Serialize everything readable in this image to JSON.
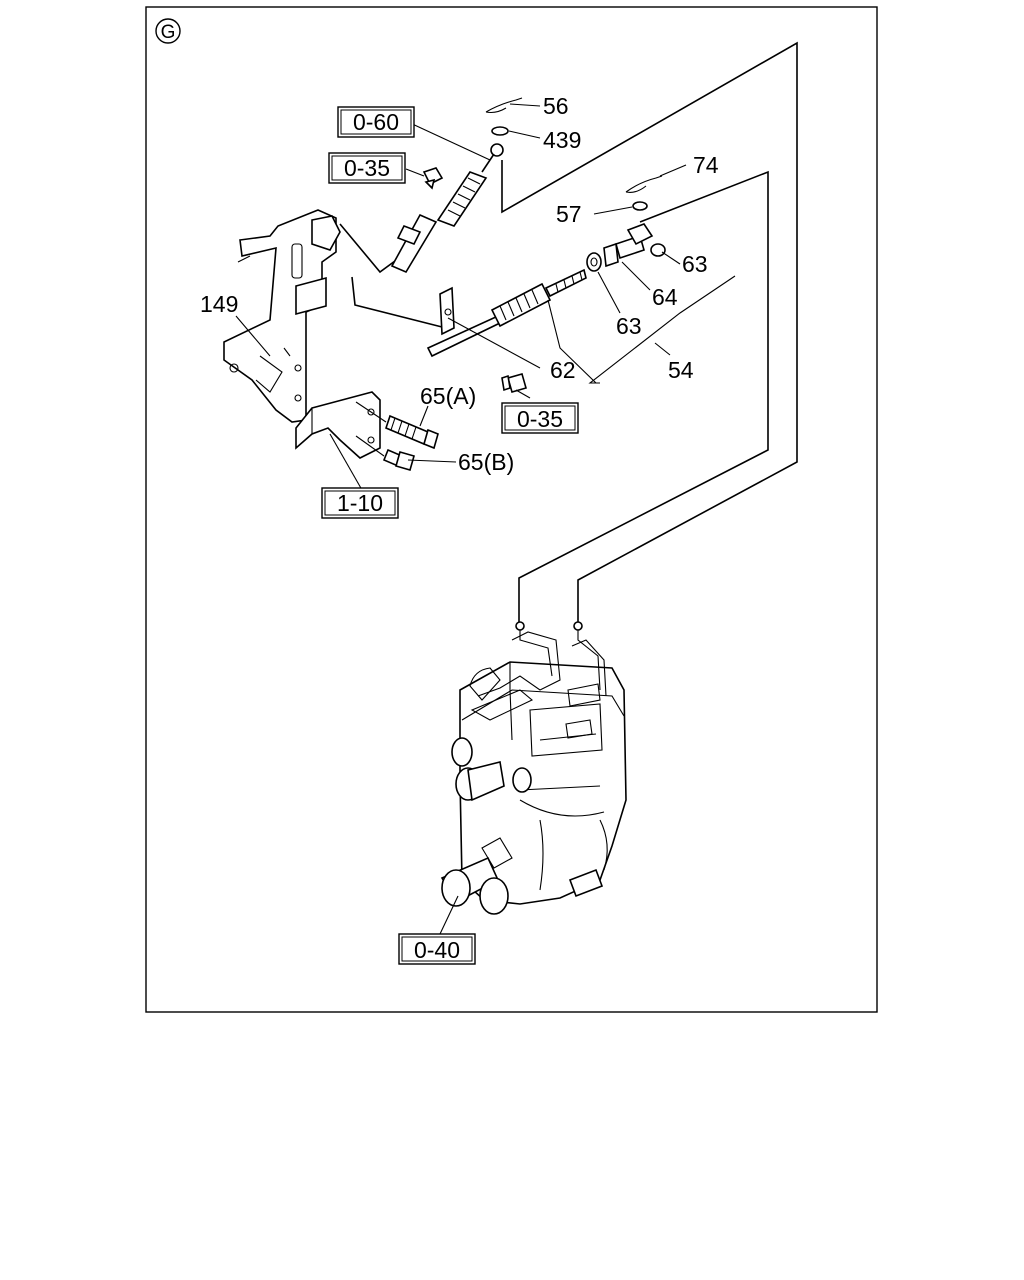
{
  "view_marker": "G",
  "part_labels": {
    "p56": "56",
    "p439": "439",
    "p74": "74",
    "p57": "57",
    "p63_right": "63",
    "p64": "64",
    "p63_mid": "63",
    "p149": "149",
    "p62": "62",
    "p54": "54",
    "p65a": "65(A)",
    "p65b": "65(B)"
  },
  "reference_boxes": {
    "ref_0_60": "0-60",
    "ref_0_35_top": "0-35",
    "ref_0_35_mid": "0-35",
    "ref_1_10": "1-10",
    "ref_0_40": "0-40"
  }
}
